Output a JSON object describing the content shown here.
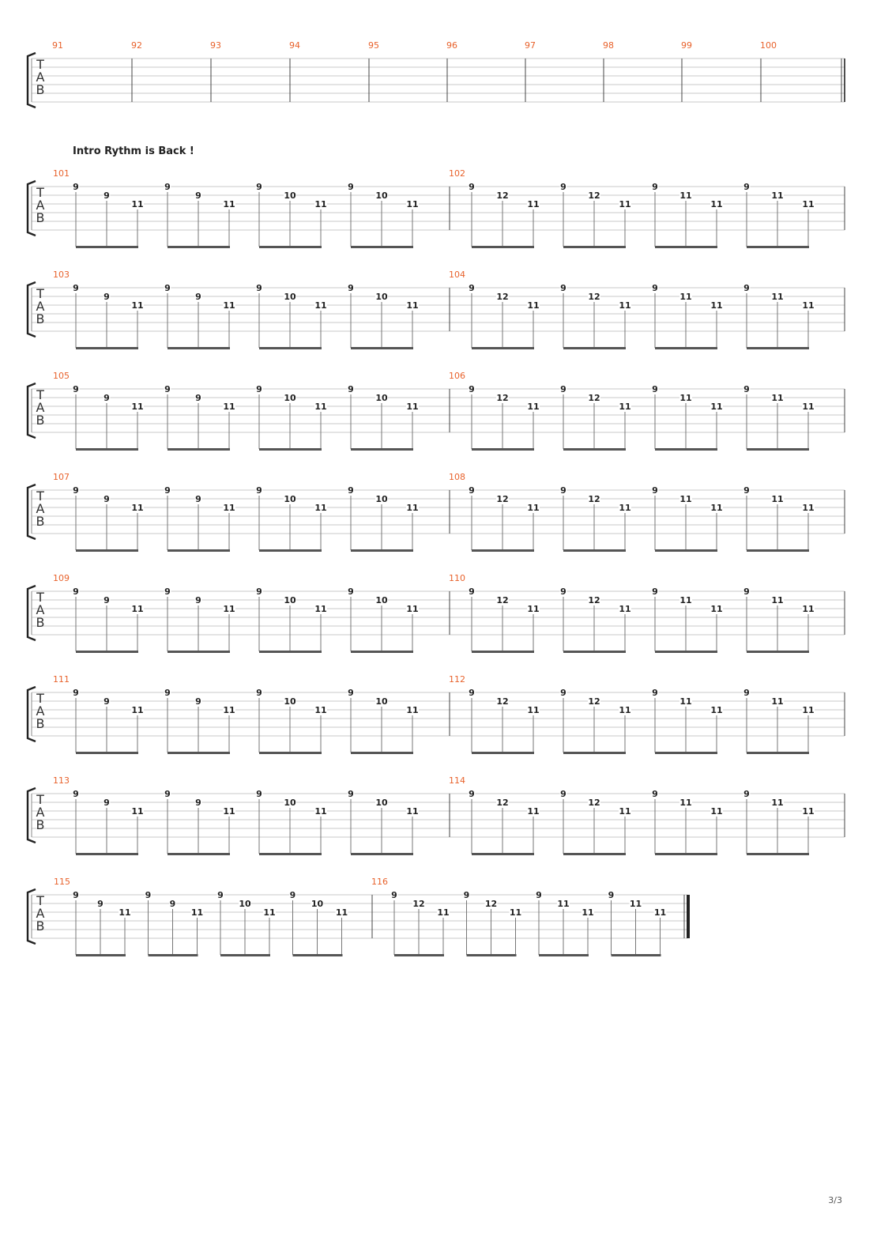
{
  "document": {
    "type": "guitar-tablature",
    "page_number": "3/3",
    "tab_clef_letters": [
      "T",
      "A",
      "B"
    ]
  },
  "section_marker": {
    "text": "Intro Rythm is Back !",
    "at_measure": 101
  },
  "colors": {
    "measure_number": "#e8622c",
    "staff_line": "#c8c8c8",
    "text": "#222222",
    "beam": "#555555"
  },
  "empty_measures": [
    91,
    92,
    93,
    94,
    95,
    96,
    97,
    98,
    99,
    100
  ],
  "rhythm_pattern": {
    "measure_a": {
      "groups": [
        [
          {
            "string": 1,
            "fret": "9"
          },
          {
            "string": 2,
            "fret": "9"
          },
          {
            "string": 3,
            "fret": "11"
          }
        ],
        [
          {
            "string": 1,
            "fret": "9"
          },
          {
            "string": 2,
            "fret": "9"
          },
          {
            "string": 3,
            "fret": "11"
          }
        ],
        [
          {
            "string": 1,
            "fret": "9"
          },
          {
            "string": 2,
            "fret": "10"
          },
          {
            "string": 3,
            "fret": "11"
          }
        ],
        [
          {
            "string": 1,
            "fret": "9"
          },
          {
            "string": 2,
            "fret": "10"
          },
          {
            "string": 3,
            "fret": "11"
          }
        ]
      ]
    },
    "measure_b": {
      "groups": [
        [
          {
            "string": 1,
            "fret": "9"
          },
          {
            "string": 2,
            "fret": "12"
          },
          {
            "string": 3,
            "fret": "11"
          }
        ],
        [
          {
            "string": 1,
            "fret": "9"
          },
          {
            "string": 2,
            "fret": "12"
          },
          {
            "string": 3,
            "fret": "11"
          }
        ],
        [
          {
            "string": 1,
            "fret": "9"
          },
          {
            "string": 2,
            "fret": "11"
          },
          {
            "string": 3,
            "fret": "11"
          }
        ],
        [
          {
            "string": 1,
            "fret": "9"
          },
          {
            "string": 2,
            "fret": "11"
          },
          {
            "string": 3,
            "fret": "11"
          }
        ]
      ]
    }
  },
  "rhythm_systems": [
    {
      "measures": [
        "101",
        "102"
      ]
    },
    {
      "measures": [
        "103",
        "104"
      ]
    },
    {
      "measures": [
        "105",
        "106"
      ]
    },
    {
      "measures": [
        "107",
        "108"
      ]
    },
    {
      "measures": [
        "109",
        "110"
      ]
    },
    {
      "measures": [
        "111",
        "112"
      ]
    },
    {
      "measures": [
        "113",
        "114"
      ]
    },
    {
      "measures": [
        "115",
        "116"
      ],
      "final": true
    }
  ]
}
